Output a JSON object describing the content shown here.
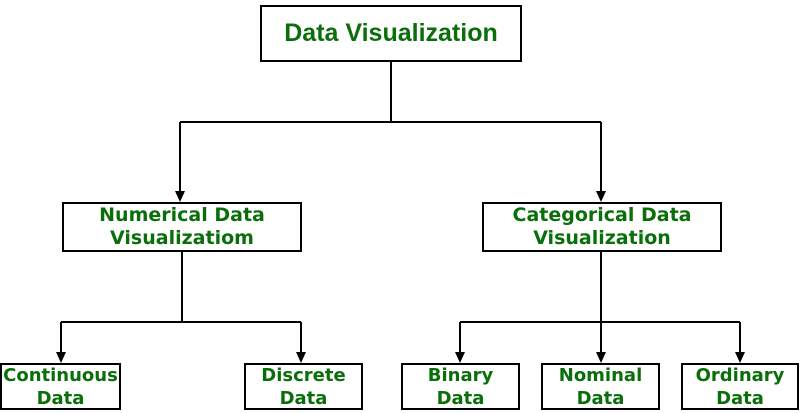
{
  "nodes": {
    "root": {
      "label": "Data Visualization"
    },
    "numerical": {
      "line1": "Numerical Data",
      "line2": "Visualizatiom"
    },
    "categorical": {
      "line1": "Categorical Data",
      "line2": "Visualization"
    },
    "continuous": {
      "line1": "Continuous",
      "line2": "Data"
    },
    "discrete": {
      "line1": "Discrete",
      "line2": "Data"
    },
    "binary": {
      "line1": "Binary",
      "line2": "Data"
    },
    "nominal": {
      "line1": "Nominal",
      "line2": "Data"
    },
    "ordinary": {
      "line1": "Ordinary",
      "line2": "Data"
    }
  },
  "edges": [
    {
      "from": "Data Visualization",
      "to": "Numerical Data Visualizatiom"
    },
    {
      "from": "Data Visualization",
      "to": "Categorical Data Visualization"
    },
    {
      "from": "Numerical Data Visualizatiom",
      "to": "Continuous Data"
    },
    {
      "from": "Numerical Data Visualizatiom",
      "to": "Discrete Data"
    },
    {
      "from": "Categorical Data Visualization",
      "to": "Binary Data"
    },
    {
      "from": "Categorical Data Visualization",
      "to": "Nominal Data"
    },
    {
      "from": "Categorical Data Visualization",
      "to": "Ordinary Data"
    }
  ],
  "colors": {
    "text": "#0a6e0a",
    "line": "#000000",
    "background": "#ffffff",
    "node_fill": "#ffffff"
  }
}
